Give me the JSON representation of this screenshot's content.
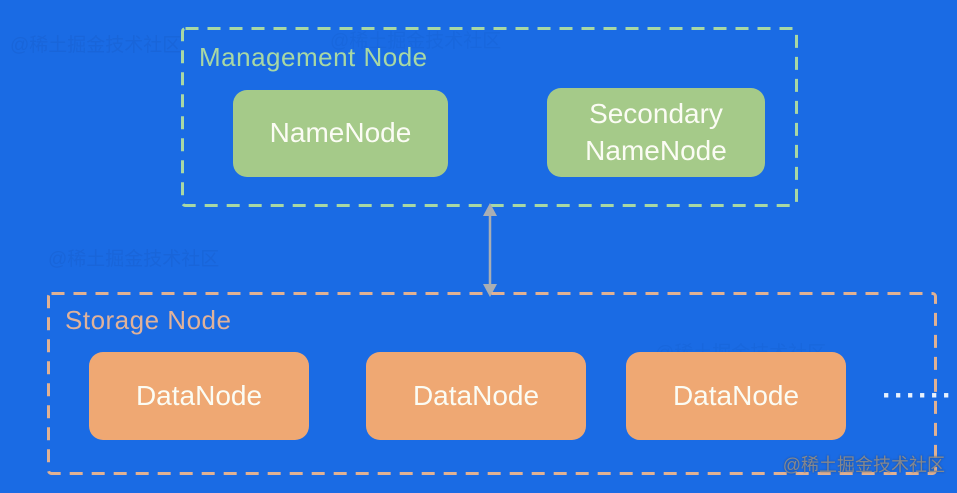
{
  "diagram": {
    "management_group": {
      "label": "Management Node",
      "nodes": [
        "NameNode",
        "Secondary NameNode"
      ]
    },
    "storage_group": {
      "label": "Storage Node",
      "nodes": [
        "DataNode",
        "DataNode",
        "DataNode"
      ],
      "ellipsis": "······"
    },
    "watermark": "@稀土掘金技术社区"
  },
  "colors": {
    "background": "#1a6be4",
    "management_fill": "#a5ca89",
    "management_border": "#a8d8a4",
    "storage_fill": "#efa873",
    "storage_border": "#e0b193",
    "storage_label": "#e0b29a",
    "arrow": "#a9aeb4",
    "node_text": "#fbfcf4"
  }
}
